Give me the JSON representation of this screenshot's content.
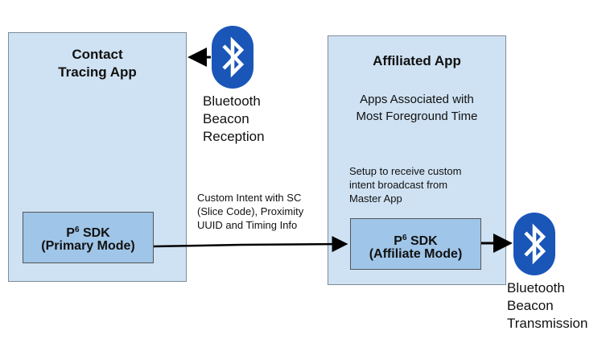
{
  "contact_app": {
    "title_line1": "Contact",
    "title_line2": "Tracing App"
  },
  "affiliated_app": {
    "title": "Affiliated App",
    "subtitle_line1": "Apps Associated with",
    "subtitle_line2": "Most Foreground Time",
    "setup_line1": "Setup to receive custom",
    "setup_line2": "intent broadcast from",
    "setup_line3": "Master App"
  },
  "primary_sdk": {
    "name": "P",
    "superscript": "6",
    "suffix": " SDK",
    "mode": "(Primary Mode)"
  },
  "affiliate_sdk": {
    "name": "P",
    "superscript": "6",
    "suffix": " SDK",
    "mode": "(Affiliate Mode)"
  },
  "intent_label": {
    "line1": "Custom Intent with SC",
    "line2": "(Slice Code), Proximity",
    "line3": "UUID and Timing Info"
  },
  "bluetooth_reception": {
    "line1": "Bluetooth",
    "line2": "Beacon",
    "line3": "Reception"
  },
  "bluetooth_transmission": {
    "line1": "Bluetooth",
    "line2": "Beacon",
    "line3": "Transmission"
  },
  "colors": {
    "box_fill": "#cfe2f3",
    "sdk_fill": "#9fc5e8",
    "bluetooth_blue": "#1a56b8"
  },
  "icons": {
    "reception": "bluetooth-icon",
    "transmission": "bluetooth-icon"
  }
}
